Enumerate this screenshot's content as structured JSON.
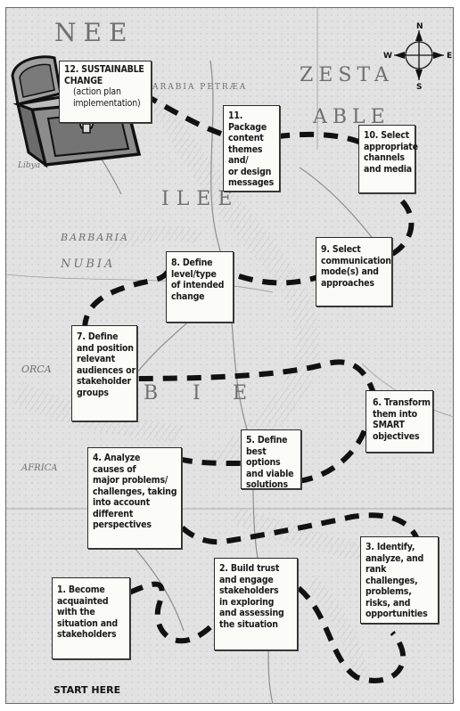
{
  "diagram": {
    "steps": [
      {
        "id": "1",
        "text": "1. Become\nacquainted\nwith the\nsituation and\nstakeholders"
      },
      {
        "id": "2",
        "text": "2. Build trust\nand engage\nstakeholders\nin exploring\nand assessing\nthe situation"
      },
      {
        "id": "3",
        "text": "3. Identify,\nanalyze, and rank\nchallenges,\nproblems,\nrisks, and\nopportunities"
      },
      {
        "id": "4",
        "text": "4. Analyze\ncauses of\nmajor problems/\nchallenges, taking\ninto account\ndifferent\nperspectives"
      },
      {
        "id": "5",
        "text": "5. Define\nbest options\nand viable\nsolutions"
      },
      {
        "id": "6",
        "text": "6. Transform\nthem into\nSMART\nobjectives"
      },
      {
        "id": "7",
        "text": "7. Define\nand position\nrelevant\naudiences or\nstakeholder\ngroups"
      },
      {
        "id": "8",
        "text": "8. Define\nlevel/type\nof intended\nchange"
      },
      {
        "id": "9",
        "text": "9. Select\ncommunication\nmode(s) and\napproaches"
      },
      {
        "id": "10",
        "text": "10. Select\nappropriate\nchannels\nand media"
      },
      {
        "id": "11",
        "text": "11. Package\ncontent\nthemes and/\nor design\nmessages"
      },
      {
        "id": "12",
        "title": "12. SUSTAINABLE\nCHANGE",
        "text": "(action plan\nimplementation)"
      }
    ],
    "start_label": "START HERE",
    "compass": {
      "n": "N",
      "s": "S",
      "e": "E",
      "w": "W"
    },
    "map_labels": [
      "NEE",
      "ARABIA PETRÆA",
      "BARBARIA",
      "NUBIA",
      "ZESTA",
      "ABLE",
      "ORCA",
      "Libya",
      "AFRICA",
      "ILEE",
      "B",
      "I",
      "E"
    ]
  }
}
